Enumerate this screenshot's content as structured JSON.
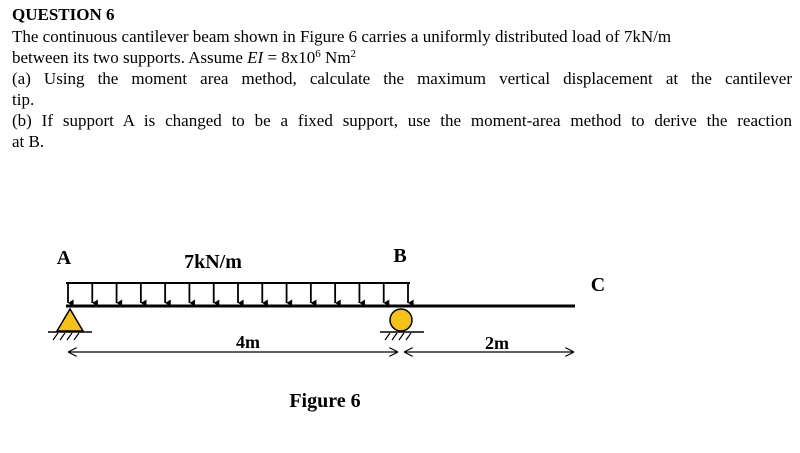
{
  "question": {
    "title": "QUESTION 6",
    "line1": "The continuous cantilever beam shown in Figure 6 carries a uniformly distributed load of 7kN/m",
    "line2_pre": "between its two supports. Assume ",
    "line2_ei": "EI",
    "line2_eq": " = 8x10",
    "line2_exp1": "6",
    "line2_unit": " Nm",
    "line2_exp2": "2",
    "part_a_line1": "(a) Using the moment area method, calculate the maximum vertical displacement at the cantilever",
    "part_a_line2": "tip.",
    "part_b_line1": "(b) If support A is changed to be a fixed support, use the moment-area method to derive the reaction",
    "part_b_line2": "at B."
  },
  "figure": {
    "label_a": "A",
    "label_b": "B",
    "label_c": "C",
    "load_label": "7kN/m",
    "span_ab": "4m",
    "span_bc": "2m",
    "caption": "Figure 6",
    "support_a_color": "#F5C218",
    "support_b_color": "#F5C218"
  }
}
